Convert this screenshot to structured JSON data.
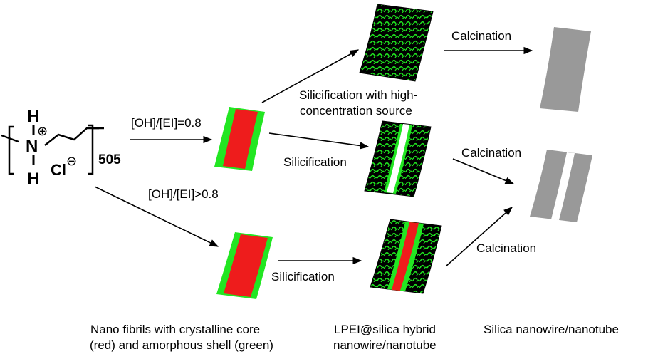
{
  "polymer": {
    "atom_h_top": "H",
    "atom_n": "N",
    "atom_h_bottom": "H",
    "charge_plus": "⊕",
    "counter_ion": "Cl",
    "charge_minus": "⊖",
    "repeat_count": "505"
  },
  "conditions": {
    "ratio_equal": "[OH]/[EI]=0.8",
    "ratio_greater": "[OH]/[EI]>0.8"
  },
  "steps": {
    "silicification_high_line1": "Silicification with high-",
    "silicification_high_line2": "concentration source",
    "silicification_middle": "Silicification",
    "silicification_bottom": "Silicification",
    "calcination_top": "Calcination",
    "calcination_middle": "Calcination",
    "calcination_bottom": "Calcination"
  },
  "captions": {
    "fibrils_line1": "Nano fibrils with crystalline core",
    "fibrils_line2": "(red) and amorphous shell (green)",
    "hybrid_line1": "LPEI@silica hybrid",
    "hybrid_line2": "nanowire/nanotube",
    "silica": "Silica nanowire/nanotube"
  },
  "colors": {
    "core": "#ee1c1c",
    "shell": "#22e622",
    "silica_texture": "#000000",
    "calcined_silica": "#999999"
  }
}
